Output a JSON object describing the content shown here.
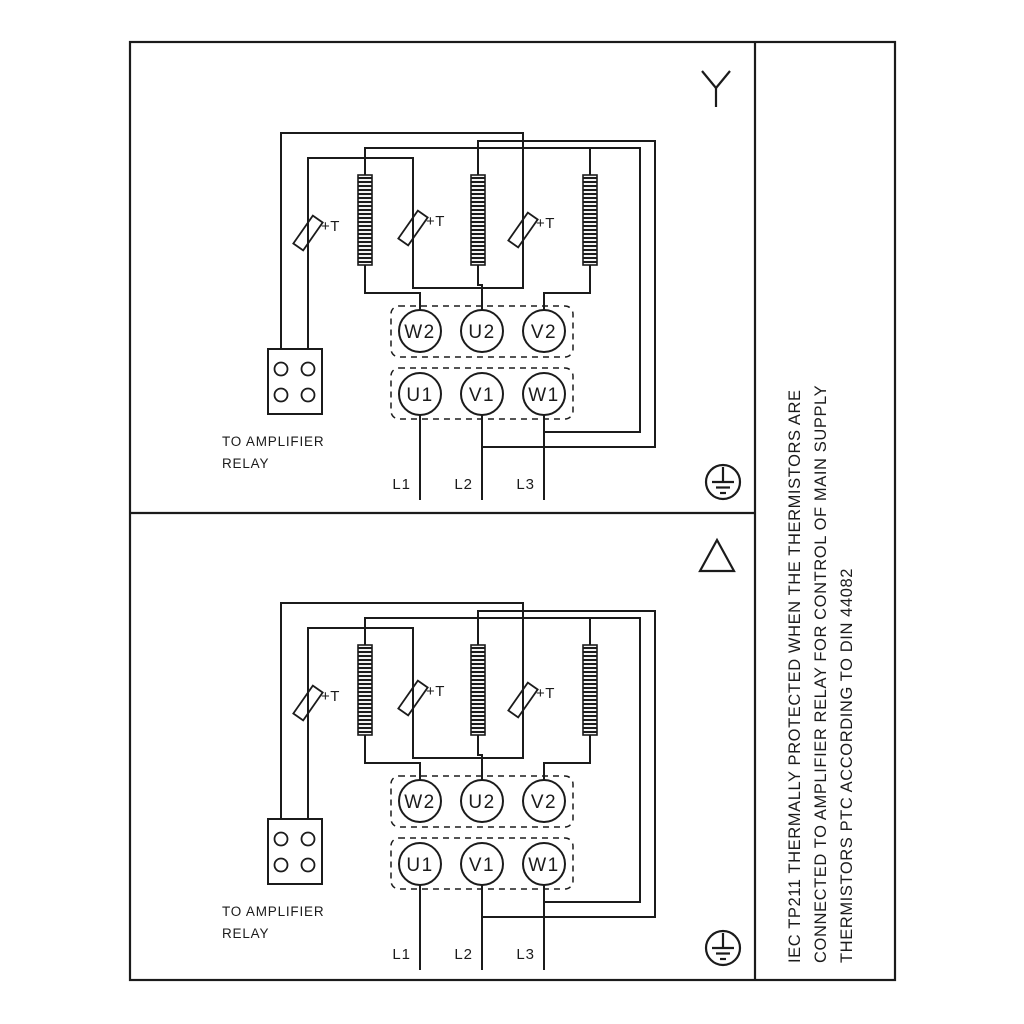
{
  "colors": {
    "ink": "#1b1b1b",
    "background": "#ffffff"
  },
  "side_note": {
    "lines": [
      "IEC TP211 THERMALLY PROTECTED WHEN THE THERMISTORS ARE",
      "CONNECTED TO AMPLIFIER RELAY FOR CONTROL OF MAIN SUPPLY",
      "THERMISTORS PTC ACCORDING TO DIN 44082"
    ]
  },
  "panels": [
    {
      "connection_symbol": "star",
      "thermistor_label": "+T",
      "terminals": {
        "top": [
          "W2",
          "U2",
          "V2"
        ],
        "bottom": [
          "U1",
          "V1",
          "W1"
        ]
      },
      "supply_leads": [
        "L1",
        "L2",
        "L3"
      ],
      "relay_caption": [
        "TO AMPLIFIER",
        "RELAY"
      ]
    },
    {
      "connection_symbol": "delta",
      "thermistor_label": "+T",
      "terminals": {
        "top": [
          "W2",
          "U2",
          "V2"
        ],
        "bottom": [
          "U1",
          "V1",
          "W1"
        ]
      },
      "supply_leads": [
        "L1",
        "L2",
        "L3"
      ],
      "relay_caption": [
        "TO AMPLIFIER",
        "RELAY"
      ]
    }
  ]
}
